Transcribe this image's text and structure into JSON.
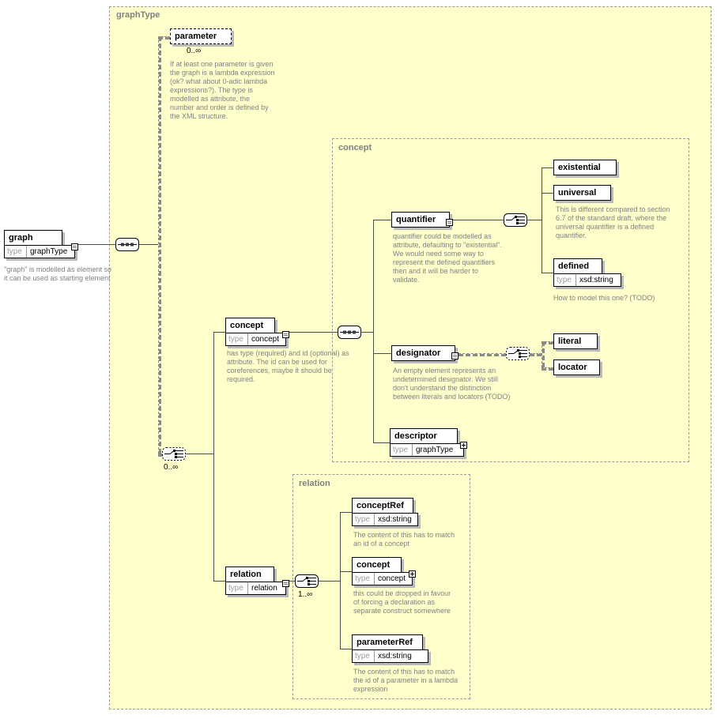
{
  "outer_region": {
    "label": "graphType"
  },
  "graph": {
    "name": "graph",
    "type_label": "type",
    "type_value": "graphType",
    "note": "\"graph\" is modelled as element so it can be used as starting element"
  },
  "parameter": {
    "name": "parameter",
    "occurs": "0..∞",
    "note": "If at least one parameter is given the graph is a lambda expression (ok? what about 0-adic lambda expressions?). The type is modelled as attribute, the number and order is defined by the XML structure."
  },
  "main_choice": {
    "occurs": "0..∞"
  },
  "concept_element": {
    "name": "concept",
    "type_label": "type",
    "type_value": "concept",
    "note": "has type (required) and id (optional) as attribute. The id can be used for coreferences, maybe it should be required."
  },
  "concept_region": {
    "label": "concept",
    "quantifier": {
      "name": "quantifier",
      "note": "quantifier could be modelled as attribute, defaulting to \"existential\". We would need some way to represent the defined quantifiers then and it will be harder to validate."
    },
    "existential": {
      "name": "existential"
    },
    "universal": {
      "name": "universal",
      "note": "This is different compared to section 6.7 of the standard draft, where the universal quantifier is a defined quantifier."
    },
    "defined": {
      "name": "defined",
      "type_label": "type",
      "type_value": "xsd:string",
      "note": "How to model this one? (TODO)"
    },
    "designator": {
      "name": "designator",
      "note": "An empty element represents an undetermined designator. We still don't understand the distinction between literals and locators (TODO)"
    },
    "literal": {
      "name": "literal"
    },
    "locator": {
      "name": "locator"
    },
    "descriptor": {
      "name": "descriptor",
      "type_label": "type",
      "type_value": "graphType"
    }
  },
  "relation_element": {
    "name": "relation",
    "type_label": "type",
    "type_value": "relation"
  },
  "relation_region": {
    "label": "relation",
    "choice_occurs": "1..∞",
    "conceptRef": {
      "name": "conceptRef",
      "type_label": "type",
      "type_value": "xsd:string",
      "note": "The content of this has to match an id of a concept"
    },
    "concept": {
      "name": "concept",
      "type_label": "type",
      "type_value": "concept",
      "note": "this could be dropped in favour of forcing a declaration as separate construct somewhere"
    },
    "parameterRef": {
      "name": "parameterRef",
      "type_label": "type",
      "type_value": "xsd:string",
      "note": "The content of this has to match the id of a parameter in a lambda expression"
    }
  },
  "icons": {
    "sequence-icon": "▪▪▪",
    "choice-icon": "⑃",
    "expand-plus-icon": "+",
    "child-handle-icon": "≡"
  }
}
